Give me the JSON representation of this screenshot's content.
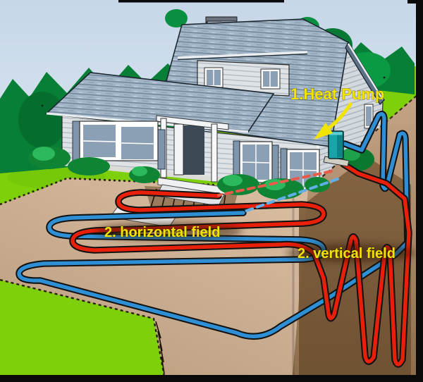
{
  "diagram": {
    "type": "geothermal-heat-pump-ground-loop",
    "labels": {
      "heat_pump": "1.Heat Pump",
      "horizontal_field": "2. horizontal field",
      "vertical_field": "2. vertical field"
    },
    "colors": {
      "label_text": "#F2E300",
      "warm_pipe_red": "#E8200A",
      "cold_pipe_blue": "#2E8FD4",
      "heat_pump_unit": "#18A4A8",
      "sky": "#CCDCEC",
      "lawn": "#7DD00A",
      "trees": "#077F36",
      "soil_light": "#C9A98B",
      "soil_dark": "#7B5B39",
      "house_siding": "#DFE3E6",
      "roof": "#A2B6C8"
    },
    "icons": [
      {
        "name": "arrow-icon",
        "meaning": "yellow arrow pointing from heat pump label to heat pump unit"
      }
    ]
  }
}
